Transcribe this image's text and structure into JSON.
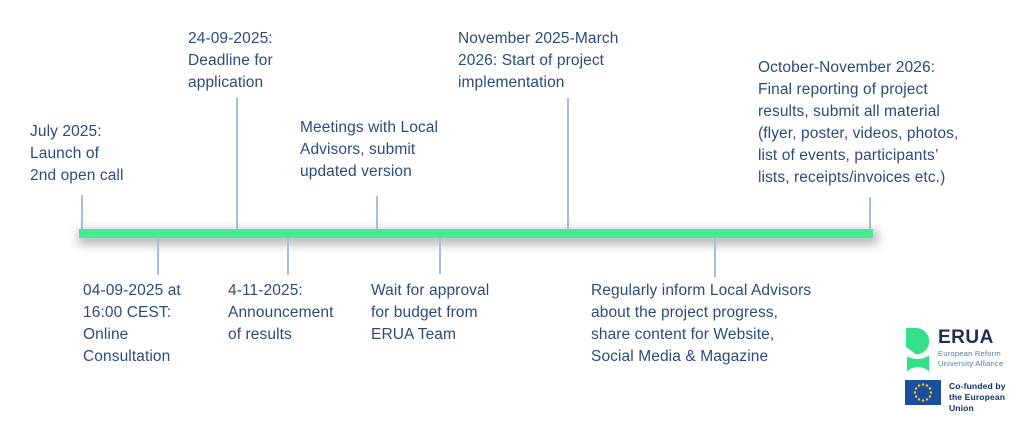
{
  "colors": {
    "accent_green": "#45eb94",
    "text_navy": "#2e4a7d",
    "tick_blue": "#a6bde2",
    "eu_flag_blue": "#1a4fa0",
    "eu_star_yellow": "#ffcc00",
    "erua_navy": "#1f2c5a",
    "erua_subtitle_blue": "#4d7fae",
    "erua_green": "#35e08a"
  },
  "timeline": {
    "top_events": [
      {
        "id": "july-2025",
        "text": "July 2025:\nLaunch of\n2nd open call"
      },
      {
        "id": "application-deadline",
        "text": "24-09-2025:\nDeadline for\napplication"
      },
      {
        "id": "local-advisor-meetings",
        "text": "Meetings with Local\nAdvisors, submit\nupdated version"
      },
      {
        "id": "project-implementation",
        "text": "November 2025-March\n2026: Start of project\nimplementation"
      },
      {
        "id": "final-reporting",
        "text": "October-November 2026:\nFinal reporting of project\nresults, submit all material\n(flyer, poster, videos, photos,\nlist of events, participants’\nlists, receipts/invoices etc.)"
      }
    ],
    "bottom_events": [
      {
        "id": "online-consultation",
        "text": "04-09-2025 at\n16:00 CEST:\nOnline\nConsultation"
      },
      {
        "id": "results-announcement",
        "text": "4-11-2025:\nAnnouncement\nof results"
      },
      {
        "id": "budget-approval",
        "text": "Wait for approval\nfor budget from\nERUA Team"
      },
      {
        "id": "regular-updates",
        "text": "Regularly inform Local Advisors\nabout the project progress,\nshare content for Website,\nSocial Media & Magazine"
      }
    ]
  },
  "logos": {
    "erua": {
      "wordmark": "ERUA",
      "subtitle": "European Reform\nUniversity Alliance"
    },
    "eu": {
      "label": "Co-funded by\nthe European Union"
    }
  }
}
